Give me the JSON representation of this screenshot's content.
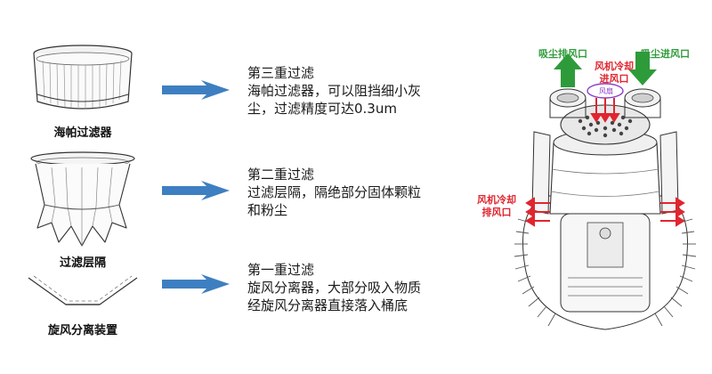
{
  "filters": [
    {
      "name": "海帕过滤器",
      "title": "第三重过滤",
      "desc1": "海帕过滤器，可以阻挡细小灰",
      "desc2": "尘，过滤精度可达0.3um"
    },
    {
      "name": "过滤层隔",
      "title": "第二重过滤",
      "desc1": "过滤层隔，隔绝部分固体颗粒",
      "desc2": "和粉尘"
    },
    {
      "name": "旋风分离装置",
      "title": "第一重过滤",
      "desc1": "旋风分离器，大部分吸入物质",
      "desc2": "经旋风分离器直接落入桶底"
    }
  ],
  "blower": {
    "exhaust_outlet": "吸尘排风口",
    "intake_inlet": "吸尘进风口",
    "cooling_in_1": "风机冷却",
    "cooling_in_2": "进风口",
    "fan": "风扇",
    "cooling_out_1": "风机冷却",
    "cooling_out_2": "排风口"
  },
  "colors": {
    "arrow": "#3e7fc1",
    "green": "#2e9b3a",
    "red": "#e0252f",
    "purple": "#8a3cc7"
  }
}
